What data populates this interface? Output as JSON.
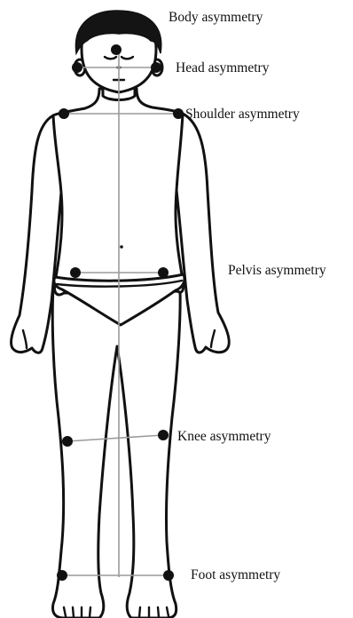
{
  "labels": {
    "body": "Body asymmetry",
    "head": "Head asymmetry",
    "shoulder": "Shoulder asymmetry",
    "pelvis": "Pelvis asymmetry",
    "knee": "Knee asymmetry",
    "foot": "Foot asymmetry"
  },
  "colors": {
    "outline": "#111111",
    "reference_line": "#9a9a9a",
    "marker": "#111111"
  }
}
